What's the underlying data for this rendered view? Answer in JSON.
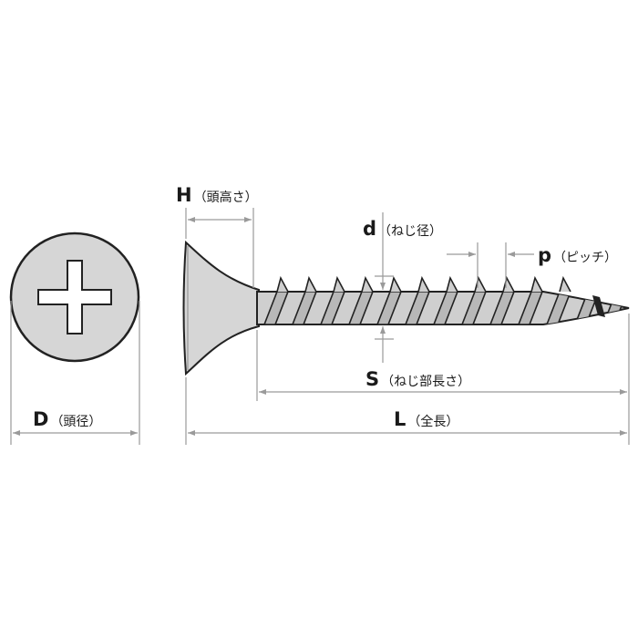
{
  "labels": {
    "H": {
      "symbol": "H",
      "text": "（頭高さ）"
    },
    "d": {
      "symbol": "d",
      "text": "（ねじ径）"
    },
    "p": {
      "symbol": "p",
      "text": "（ピッチ）"
    },
    "S": {
      "symbol": "S",
      "text": "（ねじ部長さ）"
    },
    "D": {
      "symbol": "D",
      "text": "（頭径）"
    },
    "L": {
      "symbol": "L",
      "text": "（全長）"
    }
  },
  "colors": {
    "metal": "#d6d6d6",
    "outline": "#222222",
    "dim_line": "#9a9a9a",
    "text": "#1a1a1a"
  },
  "icons": {
    "head_view": "phillips-cross-icon"
  }
}
